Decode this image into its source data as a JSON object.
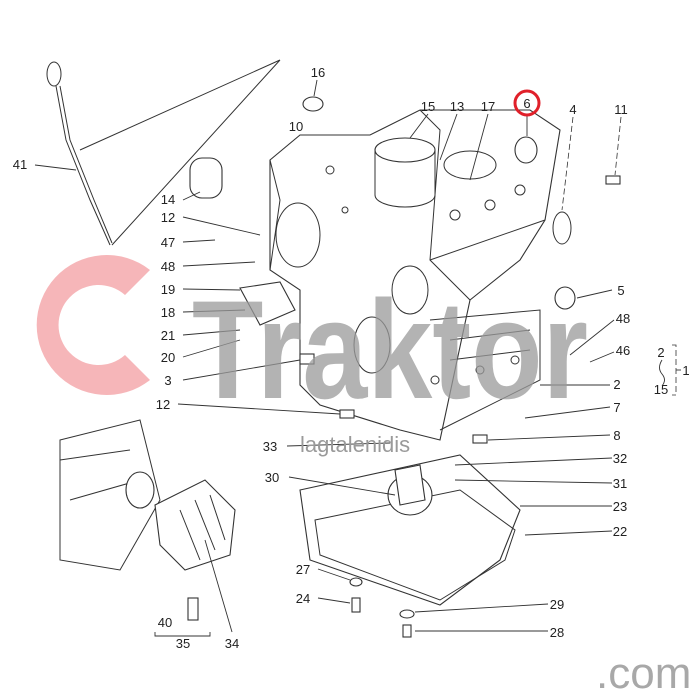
{
  "diagram": {
    "labels": [
      "16",
      "15",
      "13",
      "17",
      "6",
      "4",
      "11",
      "10",
      "41",
      "14",
      "12",
      "47",
      "48",
      "19",
      "18",
      "21",
      "20",
      "3",
      "12",
      "5",
      "48",
      "46",
      "2",
      "7",
      "8",
      "33",
      "32",
      "30",
      "31",
      "23",
      "22",
      "27",
      "24",
      "29",
      "28",
      "40",
      "35",
      "34",
      "2",
      "15",
      "1"
    ],
    "highlighted_label": "6",
    "highlight_color": "#e0202a"
  },
  "watermark": {
    "brand": "Traktor",
    "sub": "lagtalenidis",
    "suffix": ".com",
    "logo_color": "#f4a9ad"
  }
}
